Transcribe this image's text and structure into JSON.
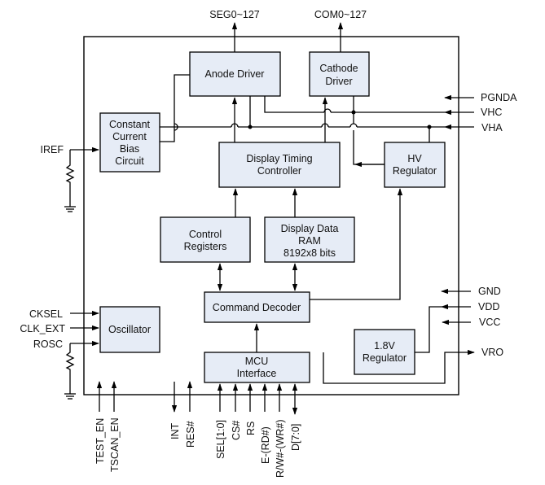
{
  "diagram": {
    "title": "OLED driver controller block diagram",
    "accent_fill": "#e6ecf6",
    "line_color": "#000000",
    "blocks": {
      "anode_driver": [
        "Anode Driver"
      ],
      "cathode_driver": [
        "Cathode",
        "Driver"
      ],
      "constant_current": [
        "Constant",
        "Current",
        "Bias",
        "Circuit"
      ],
      "display_timing": [
        "Display Timing",
        "Controller"
      ],
      "hv_regulator": [
        "HV",
        "Regulator"
      ],
      "control_registers": [
        "Control",
        "Registers"
      ],
      "display_ram": [
        "Display Data",
        "RAM",
        "8192x8 bits"
      ],
      "command_decoder": [
        "Command Decoder"
      ],
      "oscillator": [
        "Oscillator"
      ],
      "mcu_interface": [
        "MCU",
        "Interface"
      ],
      "reg_1v8": [
        "1.8V",
        "Regulator"
      ]
    },
    "top_outputs": {
      "seg": "SEG0~127",
      "com": "COM0~127"
    },
    "right_pins": {
      "pgnda": "PGNDA",
      "vhc": "VHC",
      "vha": "VHA",
      "gnd": "GND",
      "vdd": "VDD",
      "vcc": "VCC",
      "vro": "VRO"
    },
    "left_pins": {
      "iref": "IREF",
      "cksel": "CKSEL",
      "clk_ext": "CLK_EXT",
      "rosc": "ROSC"
    },
    "bottom_pins": {
      "test_en": "TEST_EN",
      "tscan_en": "TSCAN_EN",
      "int": "INT",
      "res": "RES#",
      "sel": "SEL[1:0]",
      "cs": "CS#",
      "rs": "RS",
      "e_rd": "E-(RD#)",
      "rw_wr": "R/W#-(WR#)",
      "d": "D[7:0]"
    }
  }
}
